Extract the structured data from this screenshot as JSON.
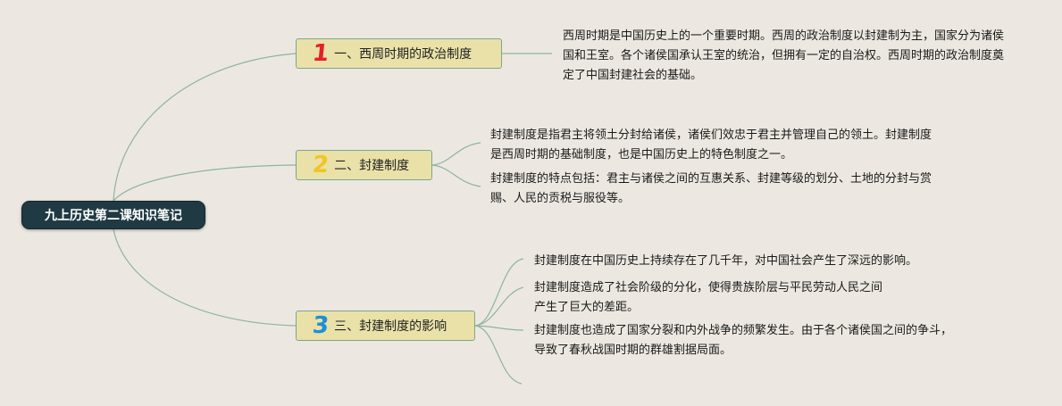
{
  "root": {
    "title": "九上历史第二课知识笔记"
  },
  "branches": [
    {
      "number": "1",
      "number_color": "#e5202a",
      "label": "一、西周时期的政治制度",
      "notes": [
        "西周时期是中国历史上的一个重要时期。西周的政治制度以封建制为主，国家分为诸侯国和王室。各个诸侯国承认王室的统治，但拥有一定的自治权。西周时期的政治制度奠定了中国封建社会的基础。"
      ]
    },
    {
      "number": "2",
      "number_color": "#f2c523",
      "label": "二、封建制度",
      "notes": [
        "封建制度是指君主将领土分封给诸侯，诸侯们效忠于君主并管理自己的领土。封建制度是西周时期的基础制度，也是中国历史上的特色制度之一。",
        "封建制度的特点包括：君主与诸侯之间的互惠关系、封建等级的划分、土地的分封与赏赐、人民的贡税与服役等。"
      ]
    },
    {
      "number": "3",
      "number_color": "#1f8fd6",
      "label": "三、封建制度的影响",
      "notes": [
        "封建制度在中国历史上持续存在了几千年，对中国社会产生了深远的影响。",
        "封建制度造成了社会阶级的分化，使得贵族阶层与平民劳动人民之间产生了巨大的差距。",
        "封建制度也造成了国家分裂和内外战争的频繁发生。由于各个诸侯国之间的争斗，导致了春秋战国时期的群雄割据局面。"
      ]
    }
  ],
  "colors": {
    "background": "#ece8e1",
    "root_fill": "#1f3a43",
    "branch_fill": "#e9e1a8",
    "branch_border": "#7ea58d",
    "link": "#8fb49c"
  }
}
